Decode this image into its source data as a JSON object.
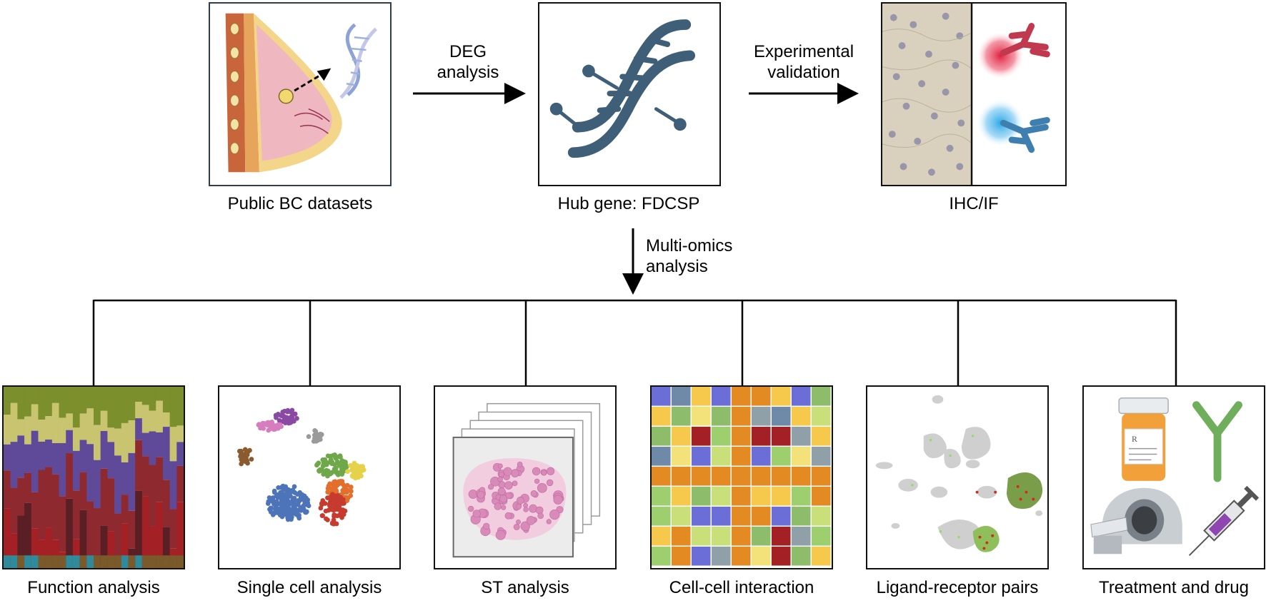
{
  "top": {
    "datasets_label": "Public BC datasets",
    "hub_label": "Hub gene: FDCSP",
    "ihc_label": "IHC/IF"
  },
  "arrows": {
    "deg_line1": "DEG",
    "deg_line2": "analysis",
    "exp_line1": "Experimental",
    "exp_line2": "validation",
    "multi_line1": "Multi-omics",
    "multi_line2": "analysis"
  },
  "bottom": [
    {
      "label": "Function analysis"
    },
    {
      "label": "Single cell analysis"
    },
    {
      "label": "ST analysis"
    },
    {
      "label": "Cell-cell interaction"
    },
    {
      "label": "Ligand-receptor pairs"
    },
    {
      "label": "Treatment and drug"
    }
  ],
  "colors": {
    "dna_blue": "#3f5e78",
    "connector": "#000000"
  },
  "icons": {
    "datasets": "breast-tissue-dna-icon",
    "hub": "dna-helix-icon",
    "ihc": "antibody-staining-icon",
    "drug": "pill-bottle-antibody-mri-syringe-icon"
  }
}
